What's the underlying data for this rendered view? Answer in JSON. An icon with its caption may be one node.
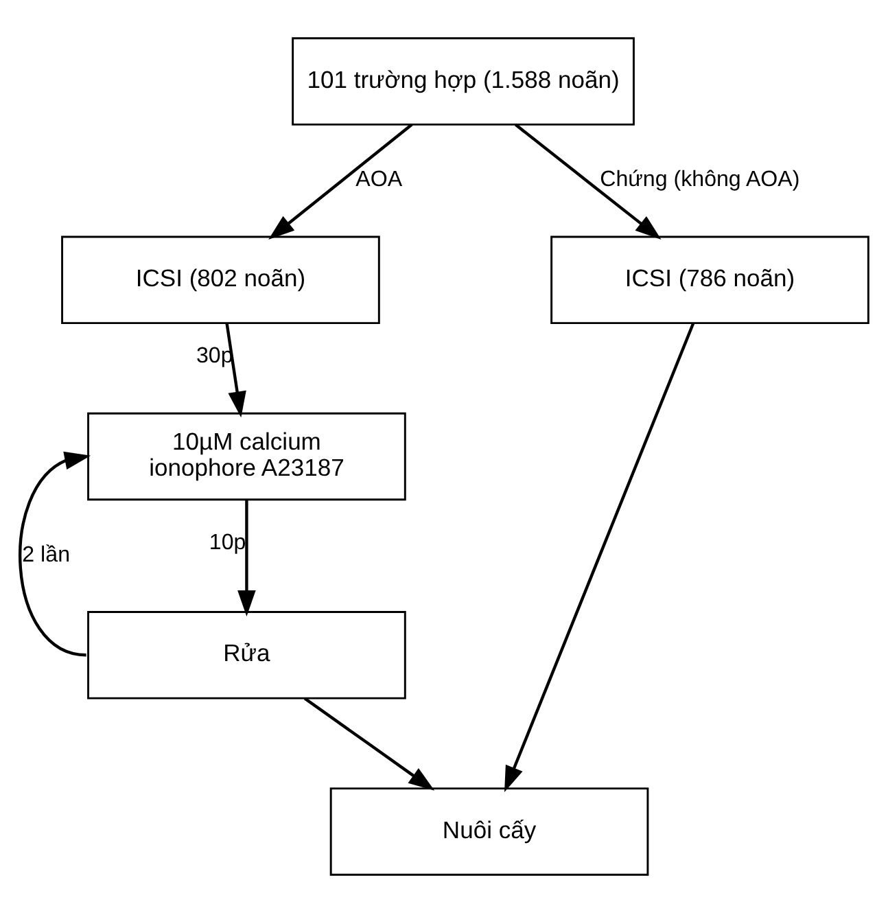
{
  "diagram": {
    "nodes": [
      {
        "text": [
          "101 trường hợp (1.588 noãn)"
        ]
      },
      {
        "text": [
          "ICSI (802 noãn)"
        ]
      },
      {
        "text": [
          "ICSI (786 noãn)"
        ]
      },
      {
        "text": [
          "10µM calcium ionophore A23187"
        ]
      },
      {
        "text": [
          "Rửa"
        ]
      },
      {
        "text": [
          "Nuôi cấy"
        ]
      }
    ],
    "edges": [
      {
        "from": 0,
        "to": 1,
        "arrow": "to",
        "label": "AOA"
      },
      {
        "from": 0,
        "to": 2,
        "arrow": "to",
        "label": "Chứng (không AOA)"
      },
      {
        "from": 1,
        "to": 3,
        "arrow": "to",
        "label": "30p"
      },
      {
        "from": 3,
        "to": 4,
        "arrow": "to",
        "label": "10p"
      },
      {
        "from": 4,
        "to": 3,
        "arrow": "to",
        "label": "2 lần"
      },
      {
        "from": 4,
        "to": 5,
        "arrow": "to"
      },
      {
        "from": 2,
        "to": 5,
        "arrow": "to"
      }
    ]
  }
}
